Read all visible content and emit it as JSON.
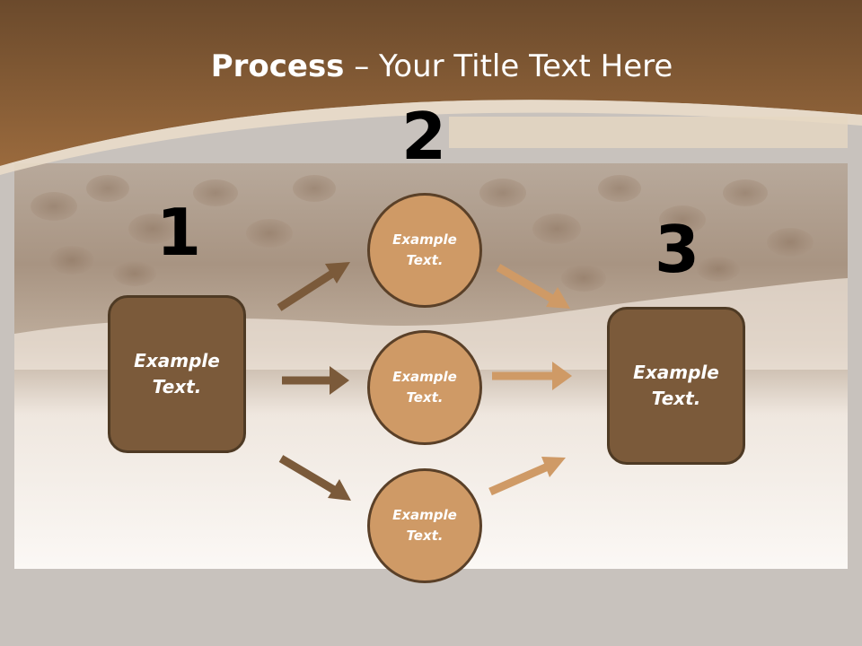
{
  "title": {
    "bold": "Process",
    "rest": " – Your Title Text Here"
  },
  "steps": [
    {
      "number": "1",
      "label": "Example\nText."
    },
    {
      "number": "2",
      "labels": [
        "Example\nText.",
        "Example\nText.",
        "Example\nText."
      ]
    },
    {
      "number": "3",
      "label": "Example\nText."
    }
  ],
  "colors": {
    "header_brown": "#8a5f37",
    "box_fill": "#7b5a3a",
    "circle_fill": "#cf9a66",
    "arrow_dark": "#7b5a3a",
    "arrow_light": "#cf9a66"
  }
}
